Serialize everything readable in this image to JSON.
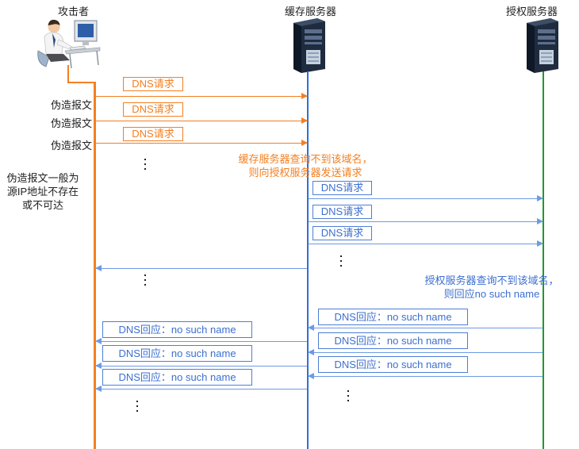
{
  "actors": {
    "attacker": "攻击者",
    "cache_server": "缓存服务器",
    "auth_server": "授权服务器"
  },
  "messages": {
    "dns_request": "DNS请求",
    "dns_reply": "DNS回应：no such name"
  },
  "side_labels": {
    "forged": "伪造报文"
  },
  "notes": {
    "forged_note_l1": "伪造报文一般为",
    "forged_note_l2": "源IP地址不存在",
    "forged_note_l3": "或不可达",
    "cache_note_l1": "缓存服务器查询不到该域名，",
    "cache_note_l2": "则向授权服务器发送请求",
    "auth_note_l1": "授权服务器查询不到该域名，",
    "auth_note_l2": "则回应no such name"
  },
  "continuation": "⋮",
  "colors": {
    "attacker_line": "#f47f20",
    "cache_line": "#2f6fdc",
    "auth_line": "#1e9a2e",
    "request": "#f47f20",
    "reply": "#4e7ed6"
  },
  "icons": {
    "attacker": "person-at-computer-icon",
    "cache_server": "server-tower-icon",
    "auth_server": "server-tower-icon"
  }
}
